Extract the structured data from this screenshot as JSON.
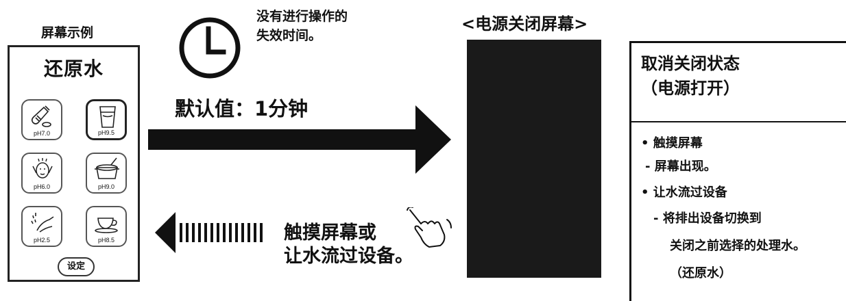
{
  "screen_example": {
    "caption": "屏幕示例",
    "title": "还原水",
    "modes": [
      {
        "icon": "baby-bottle-icon",
        "ph": "pH7.0",
        "selected": false
      },
      {
        "icon": "water-glass-icon",
        "ph": "pH9.5",
        "selected": true
      },
      {
        "icon": "face-wash-icon",
        "ph": "pH6.0",
        "selected": false
      },
      {
        "icon": "cooking-pot-icon",
        "ph": "pH9.0",
        "selected": false
      },
      {
        "icon": "hand-wash-icon",
        "ph": "pH2.5",
        "selected": false
      },
      {
        "icon": "tea-cup-icon",
        "ph": "pH8.5",
        "selected": false
      }
    ],
    "set_button": "设定"
  },
  "timeout": {
    "icon": "clock-icon",
    "line1": "没有进行操作的",
    "line2": "失效时间。",
    "default_label": "默认值：1分钟"
  },
  "return_action": {
    "icon": "touch-hand-icon",
    "line1": "触摸屏幕或",
    "line2": "让水流过设备。"
  },
  "power_off": {
    "title": "<电源关闭屏幕>"
  },
  "cancel_panel": {
    "title_line1": "取消关闭状态",
    "title_line2": "（电源打开）",
    "bullet1": "• 触摸屏幕",
    "bullet1_sub": "- 屏幕出现。",
    "bullet2": "• 让水流过设备",
    "bullet2_sub": "- 将排出设备切换到",
    "bullet2_sub2": "关闭之前选择的处理水。",
    "bullet2_sub3": "（还原水）"
  },
  "colors": {
    "ink": "#111111",
    "screen_off": "#1a1a1a"
  }
}
